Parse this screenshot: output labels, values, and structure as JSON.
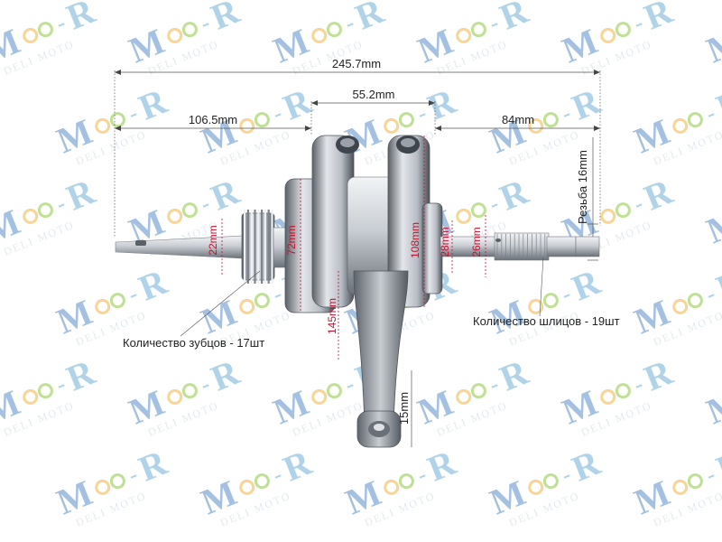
{
  "watermark": {
    "logo_letter_m": "M",
    "logo_letter_r": "R",
    "logo_dash": "-",
    "caption": "DELI MOTO",
    "colors": {
      "m": "#5a8fc8",
      "r": "#6fb0d8",
      "faint": "#e9f1f8"
    }
  },
  "dimensions": {
    "overall_length": "245.7mm",
    "left_shaft": "106.5mm",
    "crank_width": "55.2mm",
    "right_shaft": "84mm",
    "gear_diameter": "22mm",
    "flywheel_left": "72mm",
    "flywheel_right": "108mm",
    "shaft_right_1": "28mm",
    "shaft_right_2": "26mm",
    "thread": "Резьба 16mm",
    "rod_length": "145mm",
    "small_end": "15mm"
  },
  "callouts": {
    "teeth": "Количество зубцов - 17шт",
    "splines": "Количество шлицов - 19шт"
  },
  "colors": {
    "dim_black": "#222222",
    "dim_red": "#c8102e",
    "metal_light": "#d9dde2",
    "metal_mid": "#9aa1a8",
    "metal_dark": "#4a5058"
  }
}
